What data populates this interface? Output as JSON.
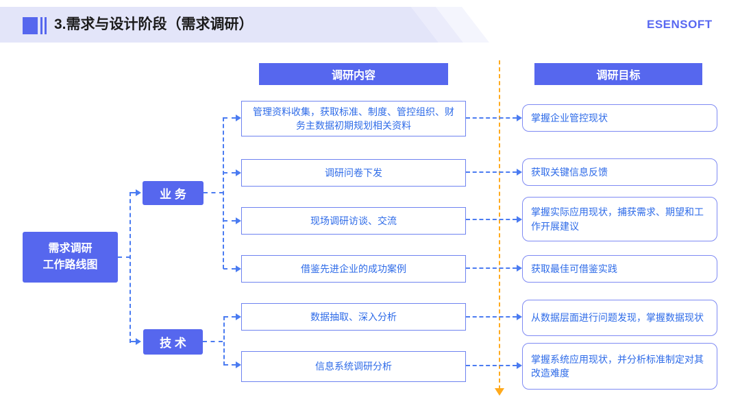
{
  "header": {
    "title": "3.需求与设计阶段（需求调研）",
    "logo": "ESENSOFT"
  },
  "columns": {
    "content": "调研内容",
    "goal": "调研目标"
  },
  "root": {
    "label": "需求调研\n工作路线图"
  },
  "branches": [
    {
      "label": "业 务"
    },
    {
      "label": "技 术"
    }
  ],
  "rows": [
    {
      "branch": "业务",
      "content": "管理资料收集，获取标准、制度、管控组织、财务主数据初期规划相关资料",
      "goal": "掌握企业管控现状"
    },
    {
      "branch": "业务",
      "content": "调研问卷下发",
      "goal": "获取关键信息反馈"
    },
    {
      "branch": "业务",
      "content": "现场调研访谈、交流",
      "goal": "掌握实际应用现状，捕获需求、期望和工作开展建议"
    },
    {
      "branch": "业务",
      "content": "借鉴先进企业的成功案例",
      "goal": "获取最佳可借鉴实践"
    },
    {
      "branch": "技术",
      "content": "数据抽取、深入分析",
      "goal": "从数据层面进行问题发现，掌握数据现状"
    },
    {
      "branch": "技术",
      "content": "信息系统调研分析",
      "goal": "掌握系统应用现状，并分析标准制定对其改造难度"
    }
  ],
  "colors": {
    "primary_blue": "#5667ee",
    "connector_blue": "#4a7bf1",
    "text_blue": "#2e6be8",
    "content_outline": "#6d82f0",
    "goal_outline": "#7d89f3",
    "timeline_orange": "#ffaa1d",
    "band_lavender": "#e3e5f9",
    "logo_blue": "#5968f1"
  }
}
